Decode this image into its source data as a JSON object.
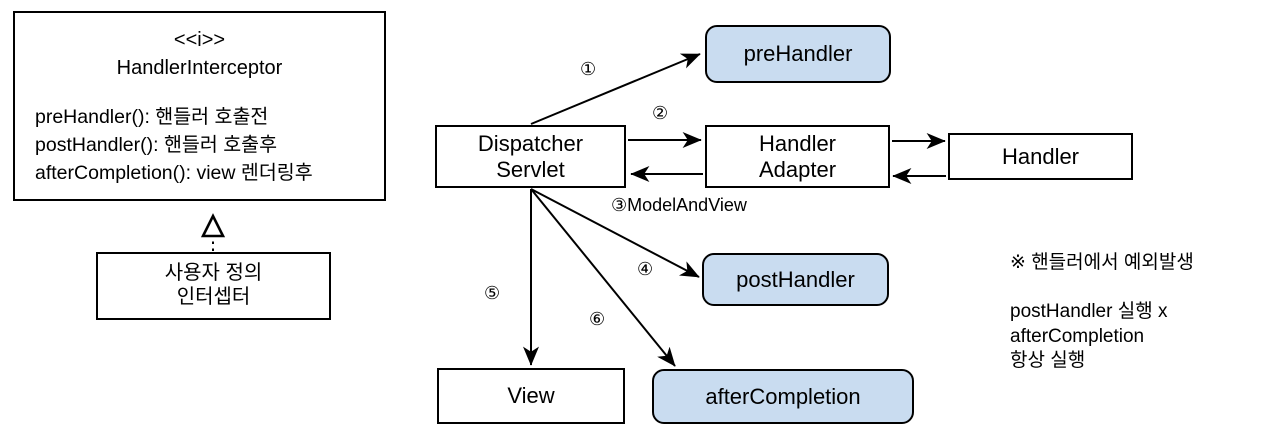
{
  "interface_box": {
    "stereotype": "<<i>>",
    "name": "HandlerInterceptor",
    "operations": "preHandler(): 핸들러 호출전\npostHandler(): 핸들러 호출후\nafterCompletion(): view 렌더링후"
  },
  "implementation_box": {
    "label": "사용자 정의\n인터셉터"
  },
  "nodes": {
    "dispatcher": "Dispatcher\nServlet",
    "pre_handler": "preHandler",
    "handler_adapter": "Handler\nAdapter",
    "handler": "Handler",
    "post_handler": "postHandler",
    "view": "View",
    "after_completion": "afterCompletion"
  },
  "edge_labels": {
    "step1": "①",
    "step2": "②",
    "step3": "③ModelAndView",
    "step4": "④",
    "step5": "⑤",
    "step6": "⑥"
  },
  "note": {
    "heading": "※ 핸들러에서 예외발생",
    "body": "postHandler 실행 x\nafterCompletion\n항상 실행"
  },
  "colors": {
    "interceptor_fill": "#c9dcf0",
    "stroke": "#000000",
    "background": "#ffffff"
  }
}
